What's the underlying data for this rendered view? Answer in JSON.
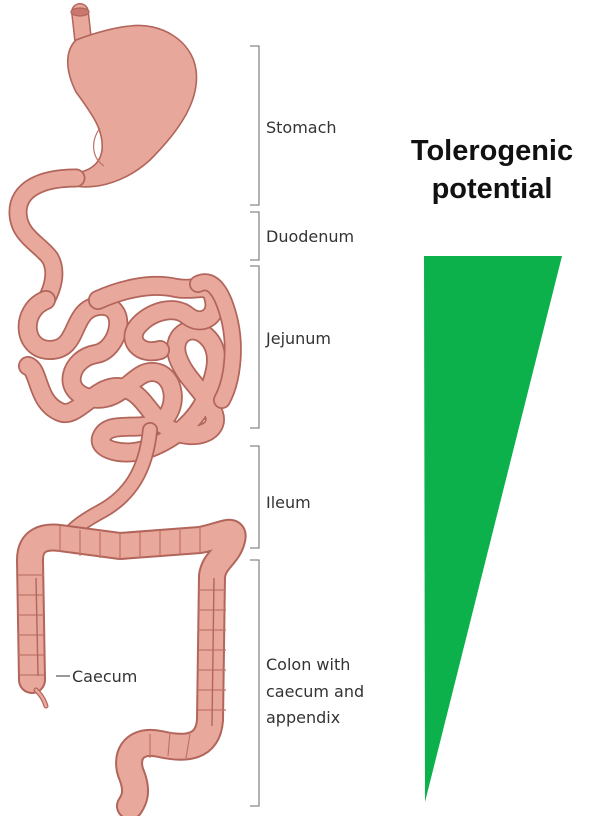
{
  "regions": [
    {
      "id": "stomach",
      "label": "Stomach"
    },
    {
      "id": "duodenum",
      "label": "Duodenum"
    },
    {
      "id": "jejunum",
      "label": "Jejunum"
    },
    {
      "id": "ileum",
      "label": "Ileum"
    },
    {
      "id": "colon",
      "label_lines": [
        "Colon with",
        "caecum and",
        "appendix"
      ]
    }
  ],
  "caecum_label": "Caecum",
  "trend": {
    "title_lines": [
      "Tolerogenic",
      "potential"
    ],
    "color": "#0db14b",
    "direction": "decreasing from stomach to colon"
  },
  "colors": {
    "organ_fill": "#e8a79b",
    "organ_outline": "#b2655b",
    "bracket": "#8a8a8a",
    "text": "#333333"
  }
}
